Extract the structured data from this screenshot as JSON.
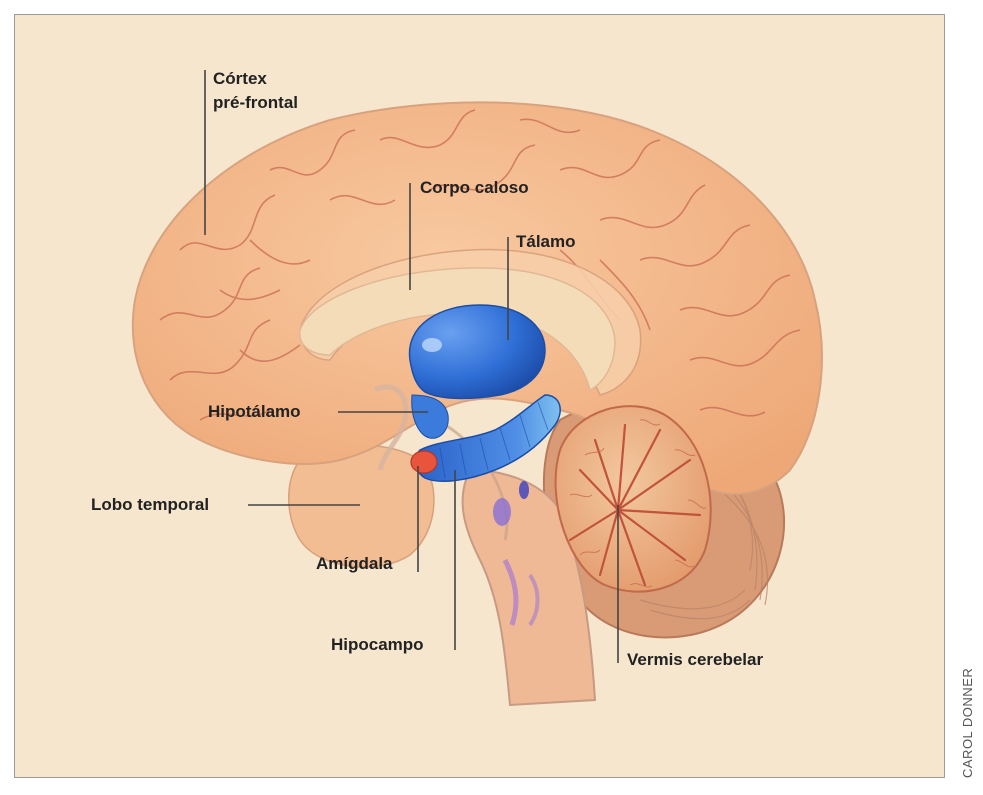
{
  "labels": {
    "cortex_prefrontal_line1": "Córtex",
    "cortex_prefrontal_line2": "pré-frontal",
    "corpo_caloso": "Corpo caloso",
    "talamo": "Tálamo",
    "hipotalamo": "Hipotálamo",
    "lobo_temporal": "Lobo temporal",
    "amigdala": "Amígdala",
    "hipocampo": "Hipocampo",
    "vermis_cerebelar": "Vermis cerebelar"
  },
  "credit": "CAROL DONNER",
  "colors": {
    "background": "#f6e6cd",
    "brain": "#f3b98a",
    "sulci": "#c0624a",
    "limbic_blue": "#2f6fd6",
    "amygdala": "#e8553c",
    "cerebellum": "#e9a676"
  }
}
